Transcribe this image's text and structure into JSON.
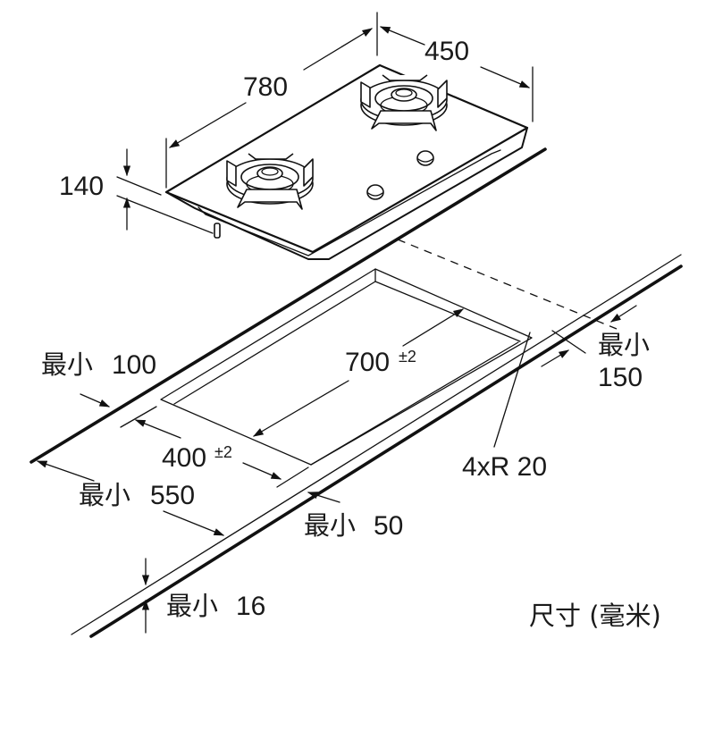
{
  "diagram": {
    "title": "Gas hob built-in installation dimensions",
    "hob": {
      "width_label": "780",
      "depth_label": "450",
      "height_label": "140",
      "burner_count": 2,
      "knob_count": 2
    },
    "cutout": {
      "length_label": "700",
      "length_tolerance": "±2",
      "width_label": "400",
      "width_tolerance": "±2",
      "corner_radius_label": "4xR 20"
    },
    "clearances": {
      "min_prefix": "最小",
      "back_value": "100",
      "side_value": "150",
      "front_depth_value": "550",
      "front_value": "50",
      "worktop_value": "16"
    },
    "units_note": "尺寸 (毫米)"
  },
  "colors": {
    "line": "#111111",
    "background": "#ffffff",
    "text": "#1a1a1a"
  }
}
